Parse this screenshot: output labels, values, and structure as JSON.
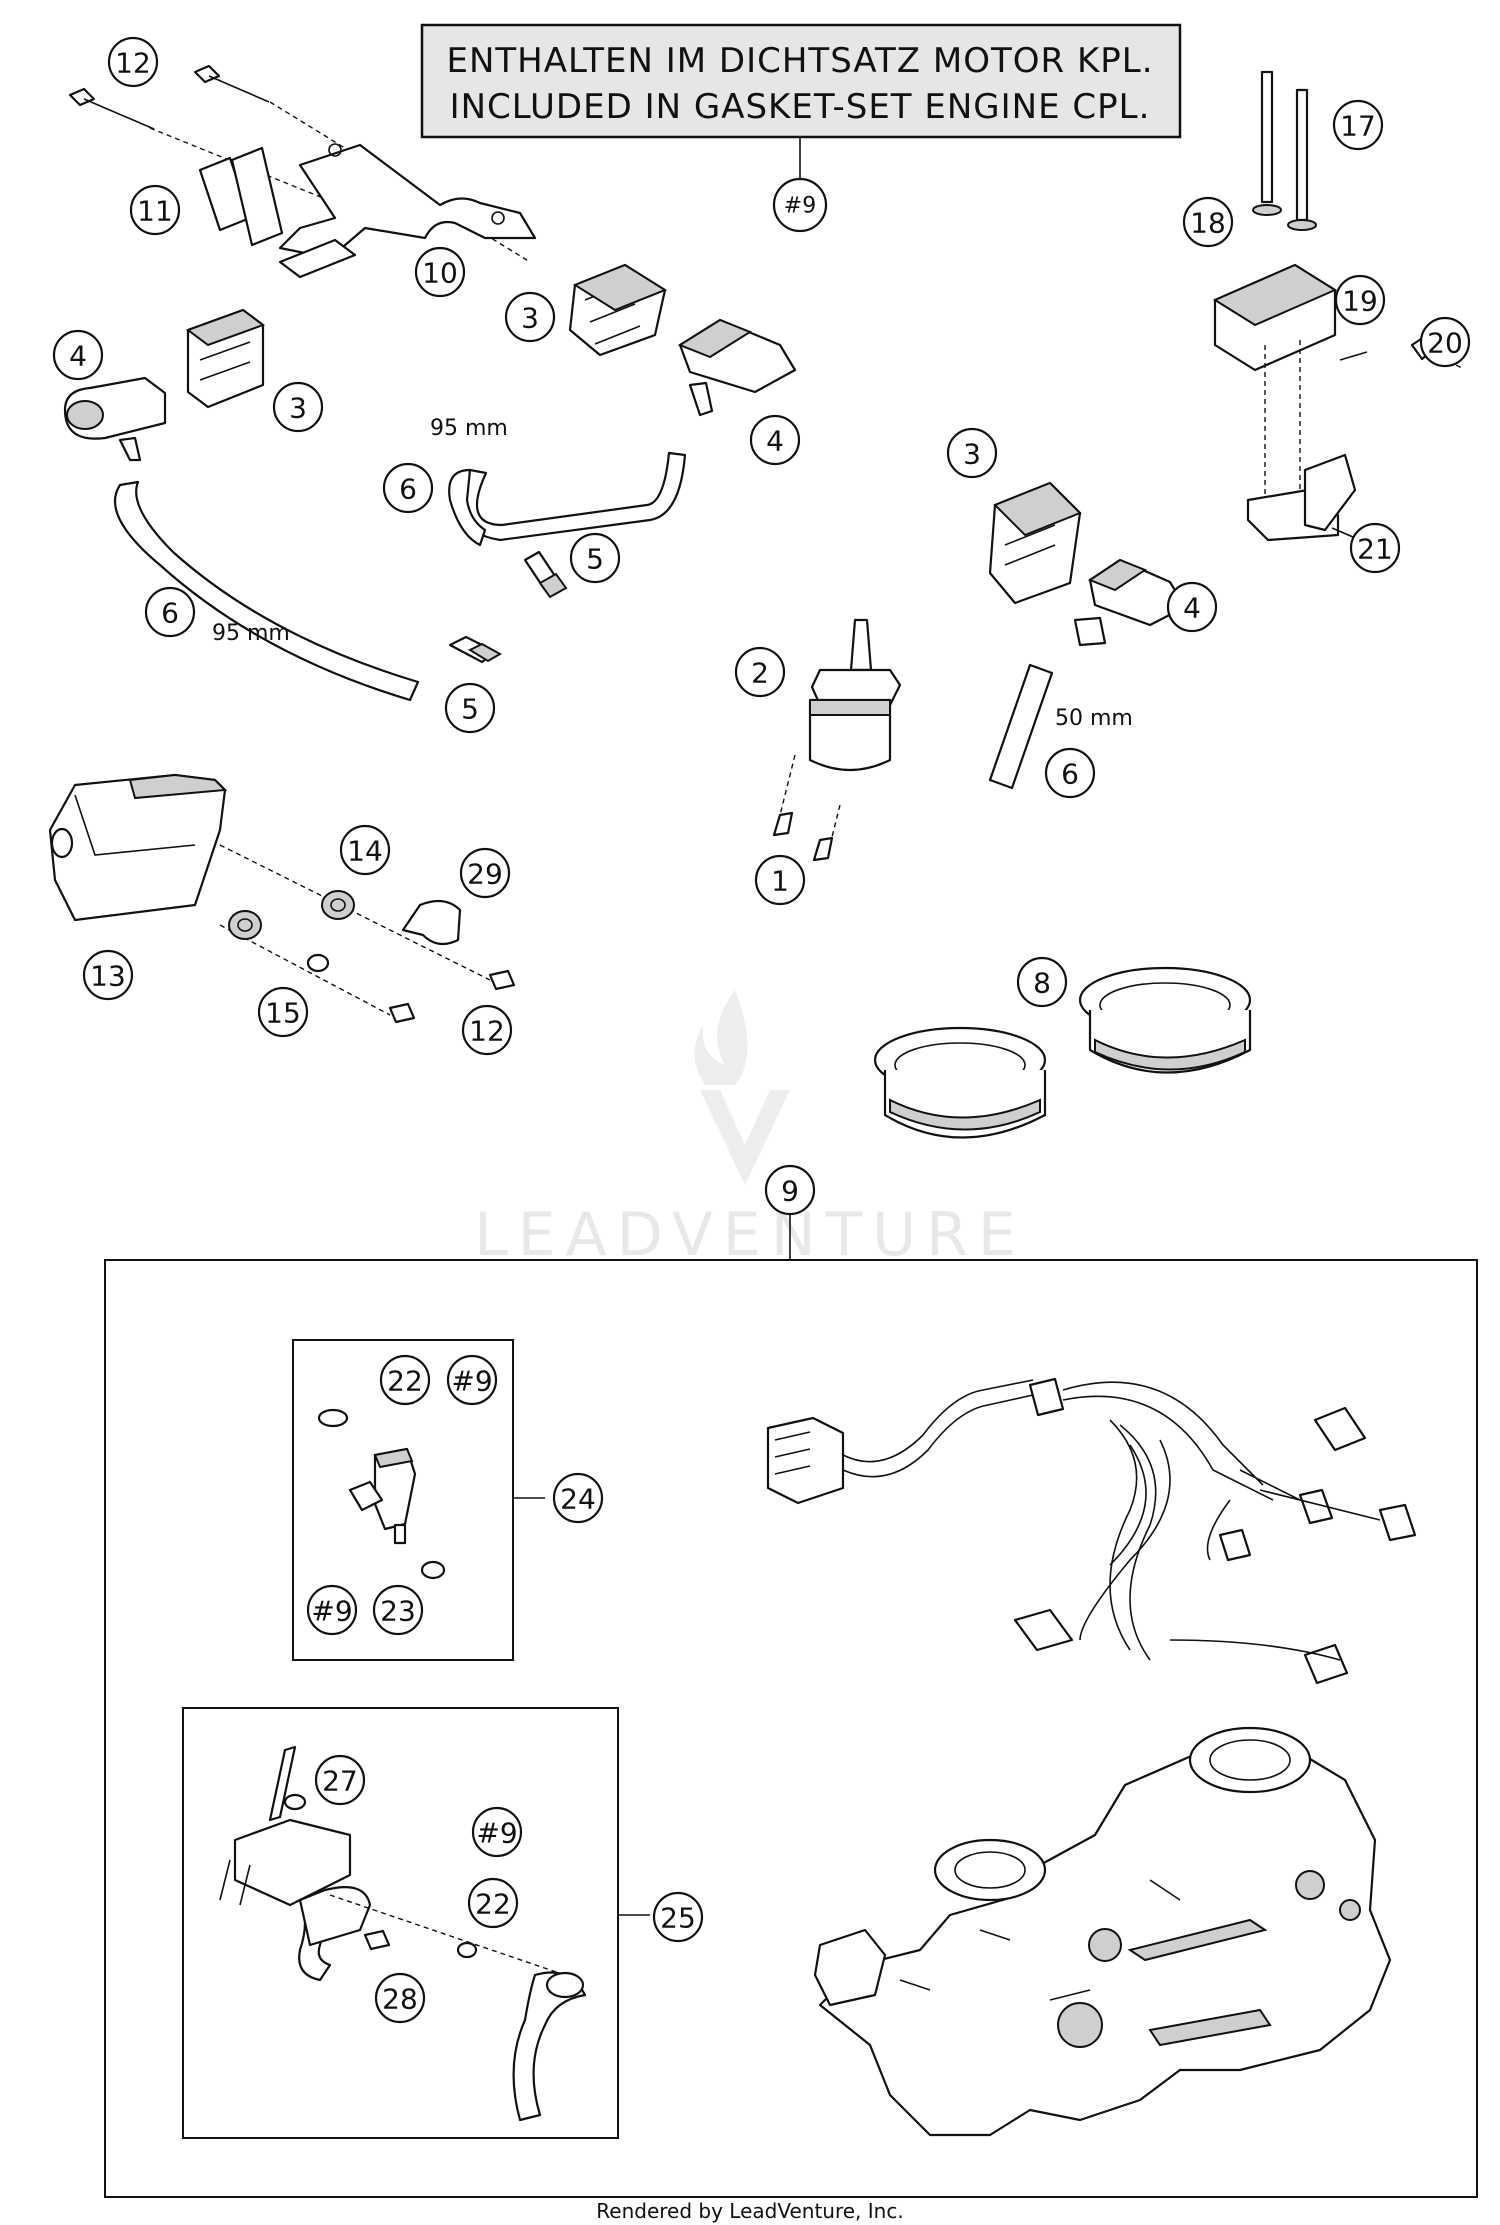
{
  "note": {
    "line1": "ENTHALTEN IM DICHTSATZ MOTOR KPL.",
    "line2": "INCLUDED IN GASKET-SET ENGINE CPL.",
    "ref": "#9"
  },
  "dimensions": {
    "hose_a": "95 mm",
    "hose_b": "95 mm",
    "hose_c": "50 mm"
  },
  "callouts": {
    "c12a": "12",
    "c11": "11",
    "c10": "10",
    "c4a": "4",
    "c3a": "3",
    "c3b": "3",
    "c6a": "6",
    "c6b": "6",
    "c5a": "5",
    "c5b": "5",
    "c4b": "4",
    "c17": "17",
    "c18": "18",
    "c19": "19",
    "c20": "20",
    "c21": "21",
    "c3c": "3",
    "c4c": "4",
    "c2": "2",
    "c6c": "6",
    "c1": "1",
    "c14": "14",
    "c29": "29",
    "c13": "13",
    "c15": "15",
    "c12b": "12",
    "c8": "8",
    "c9": "9",
    "c22a": "22",
    "c9ref_a": "#9",
    "c24": "24",
    "c9ref_b": "#9",
    "c23": "23",
    "c27": "27",
    "c9ref_c": "#9",
    "c22b": "22",
    "c25": "25",
    "c28": "28"
  },
  "watermark": "LEADVENTURE",
  "footer": "Rendered by LeadVenture, Inc."
}
